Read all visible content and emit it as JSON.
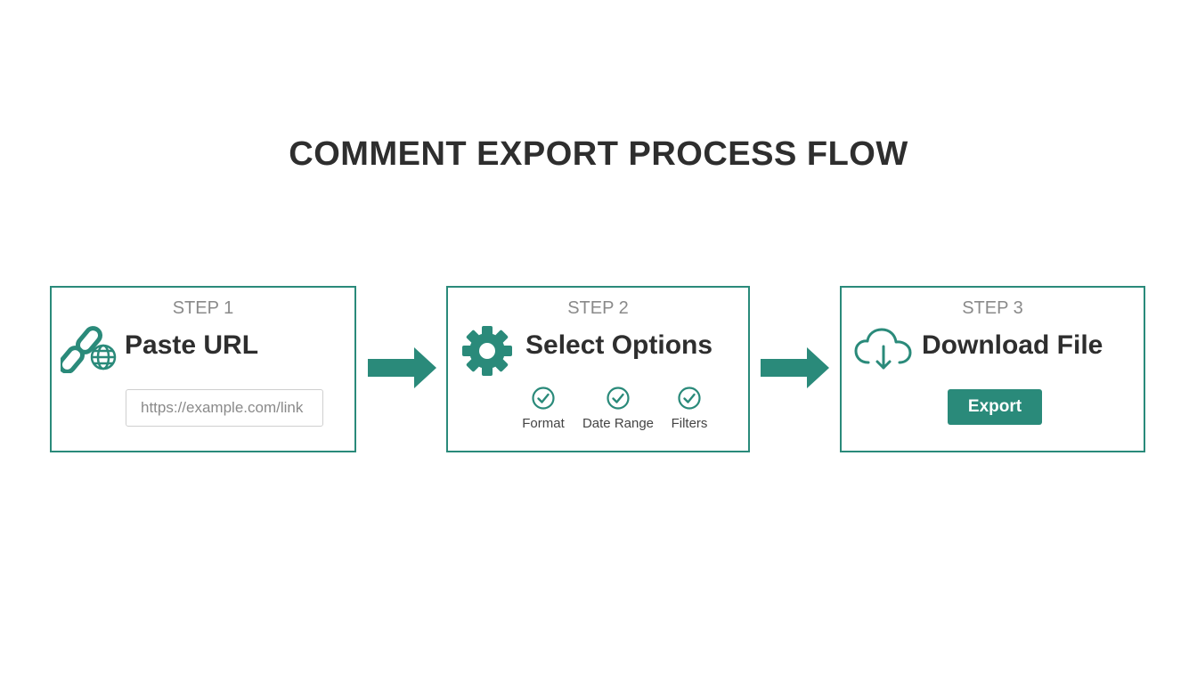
{
  "title": "COMMENT EXPORT PROCESS FLOW",
  "colors": {
    "accent": "#2a8a7a",
    "title": "#2e2e2e",
    "step_label": "#8a8a8a",
    "background": "#ffffff"
  },
  "steps": [
    {
      "number": "STEP 1",
      "title": "Paste URL",
      "icon": "link-globe-icon",
      "input": {
        "value": "",
        "placeholder": "https://example.com/link"
      }
    },
    {
      "number": "STEP 2",
      "title": "Select Options",
      "icon": "gear-icon",
      "options": [
        {
          "label": "Format",
          "icon": "check-circle-icon"
        },
        {
          "label": "Date Range",
          "icon": "check-circle-icon"
        },
        {
          "label": "Filters",
          "icon": "check-circle-icon"
        }
      ]
    },
    {
      "number": "STEP 3",
      "title": "Download File",
      "icon": "cloud-download-icon",
      "button_label": "Export"
    }
  ],
  "connectors": [
    "arrow-right-icon",
    "arrow-right-icon"
  ]
}
